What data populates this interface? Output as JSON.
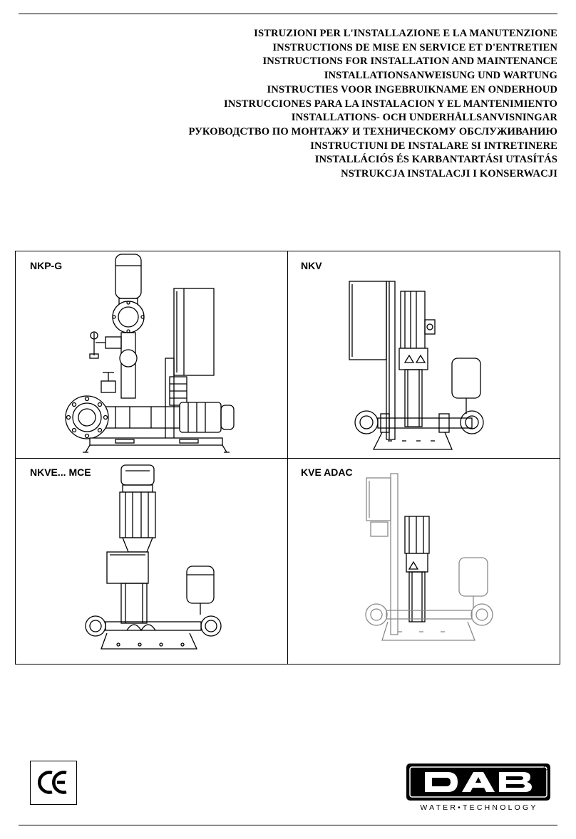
{
  "titles": [
    "ISTRUZIONI PER L'INSTALLAZIONE E LA MANUTENZIONE",
    "INSTRUCTIONS DE MISE EN SERVICE ET D'ENTRETIEN",
    "INSTRUCTIONS FOR INSTALLATION AND MAINTENANCE",
    "INSTALLATIONSANWEISUNG UND WARTUNG",
    "INSTRUCTIES VOOR INGEBRUIKNAME EN ONDERHOUD",
    "INSTRUCCIONES PARA LA INSTALACION Y EL MANTENIMIENTO",
    "INSTALLATIONS- OCH UNDERHÅLLSANVISNINGAR",
    "РУКОВОДСТВО ПО МОНТАЖУ И ТЕХНИЧЕСКОМУ ОБСЛУЖИВАНИЮ",
    "INSTRUCTIUNI DE INSTALARE SI INTRETINERE",
    "INSTALLÁCIÓS ÉS KARBANTARTÁSI UTASÍTÁS",
    "NSTRUKCJA INSTALACJI I KONSERWACJI"
  ],
  "panels": [
    {
      "label": "NKP-G"
    },
    {
      "label": "NKV"
    },
    {
      "label": "NKVE... MCE"
    },
    {
      "label": "KVE ADAC"
    }
  ],
  "ce_mark": "CE",
  "logo": {
    "name": "DAB",
    "tagline": "WATER•TECHNOLOGY"
  }
}
